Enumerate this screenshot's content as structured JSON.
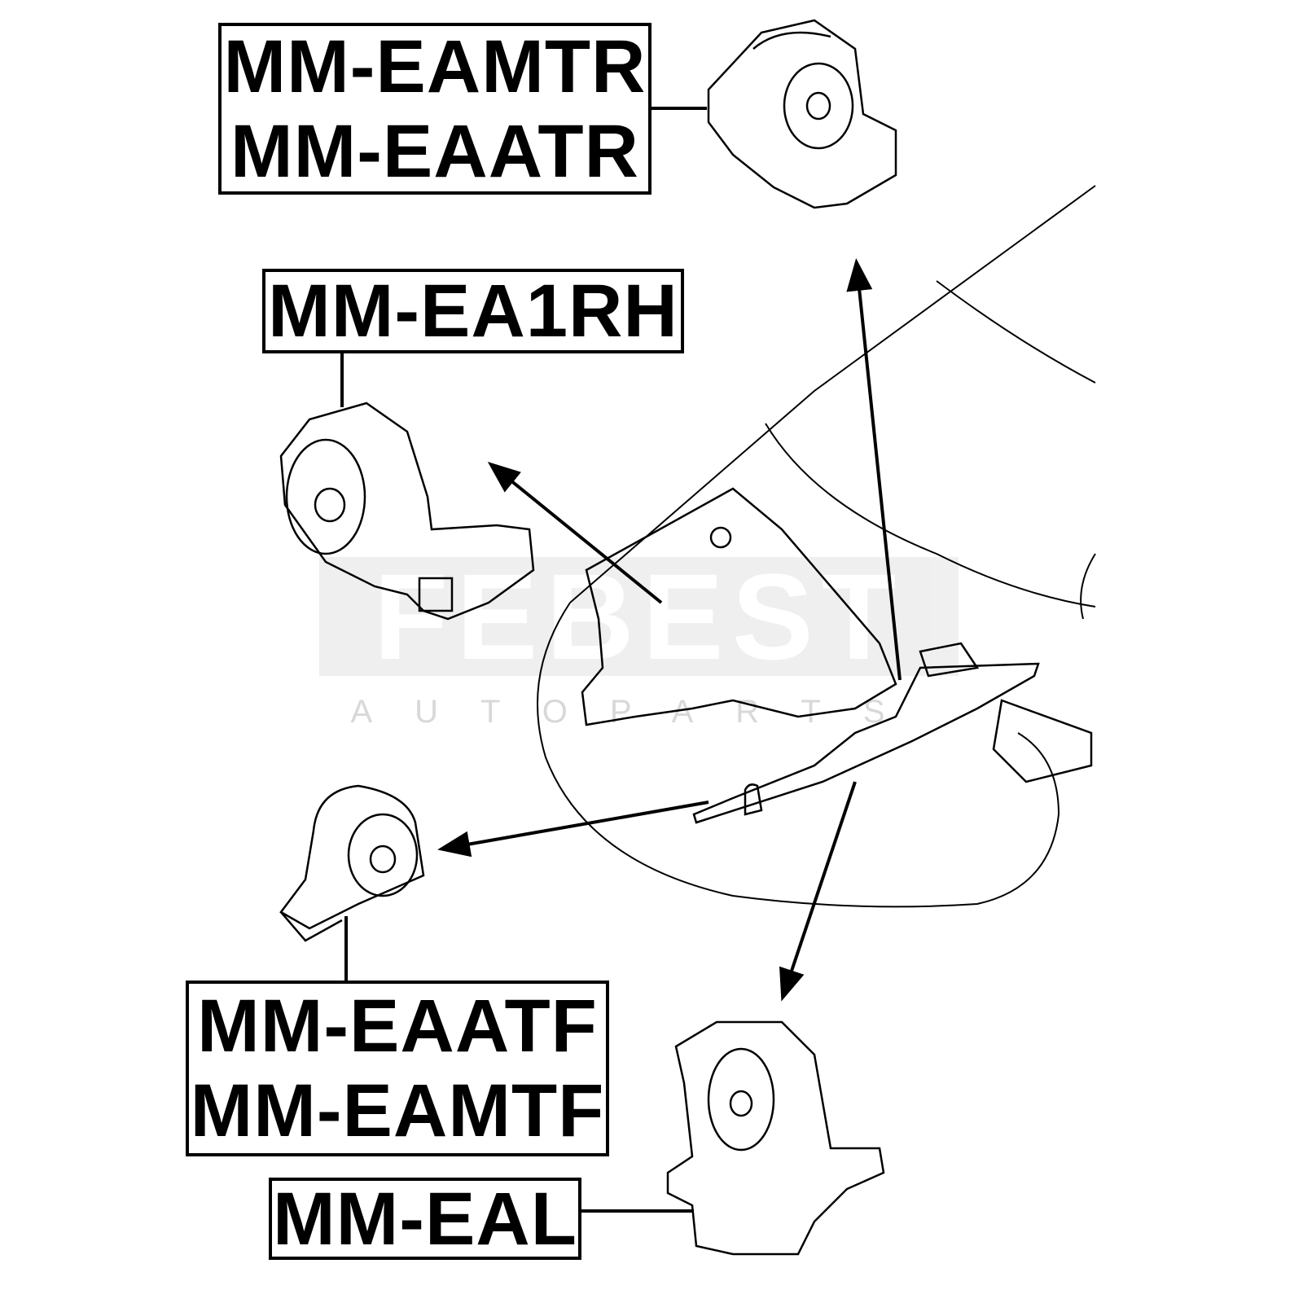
{
  "labels": {
    "top_right": [
      "MM-EAMTR",
      "MM-EAATR"
    ],
    "right_hand": "MM-EA1RH",
    "front": [
      "MM-EAATF",
      "MM-EAMTF"
    ],
    "left": "MM-EAL"
  },
  "watermark": {
    "brand": "FEBEST",
    "sub": "AUTOPARTS"
  }
}
